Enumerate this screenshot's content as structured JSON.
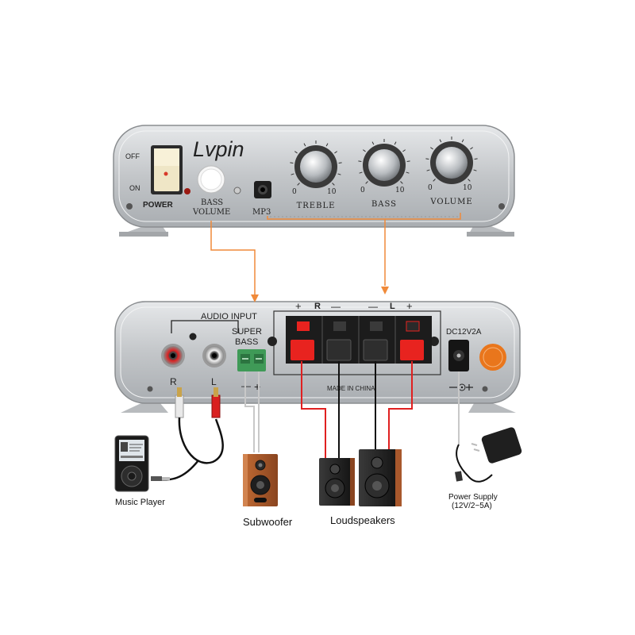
{
  "front": {
    "brand": "Lvpin",
    "switch_off": "OFF",
    "switch_on": "ON",
    "power": "POWER",
    "bass_volume_line1": "BASS",
    "bass_volume_line2": "VOLUME",
    "mp3": "MP3",
    "knobs": [
      {
        "label": "TREBLE",
        "min": "0",
        "max": "10"
      },
      {
        "label": "BASS",
        "min": "0",
        "max": "10"
      },
      {
        "label": "VOLUME",
        "min": "0",
        "max": "10"
      }
    ]
  },
  "rear": {
    "audio_input": "AUDIO INPUT",
    "rca_r": "R",
    "rca_l": "L",
    "super_bass_line1": "SUPER",
    "super_bass_line2": "BASS",
    "sb_minus": "—",
    "sb_plus": "+",
    "spk_plus_r": "+",
    "spk_r": "R",
    "spk_minus_r": "—",
    "spk_minus_l": "—",
    "spk_l": "L",
    "spk_plus_l": "+",
    "made_in": "MADE IN CHINA",
    "dc_label": "DC12V2A"
  },
  "devices": {
    "music_player": "Music Player",
    "subwoofer": "Subwoofer",
    "loudspeakers": "Loudspeakers",
    "power_supply_line1": "Power Supply",
    "power_supply_line2": "(12V/2~5A)"
  },
  "colors": {
    "guide_line": "#f08a3a",
    "panel": "#c9cccf",
    "wire_red": "#e02020",
    "wire_black": "#111111",
    "terminal_red": "#e8231f",
    "wood": "#a8582c"
  }
}
